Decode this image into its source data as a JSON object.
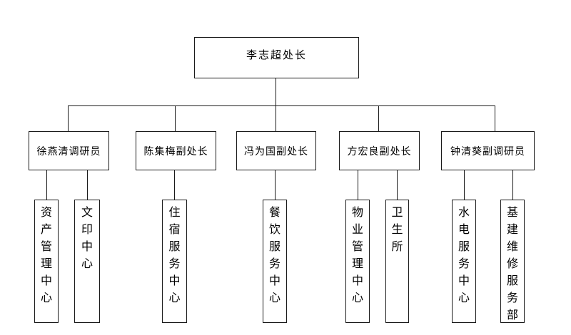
{
  "org": {
    "root": "李志超处长",
    "branches": [
      {
        "head": "徐燕清调研员",
        "units": [
          "资产管理中心",
          "文印中心"
        ]
      },
      {
        "head": "陈集梅副处长",
        "units": [
          "住宿服务中心"
        ]
      },
      {
        "head": "冯为国副处长",
        "units": [
          "餐饮服务中心"
        ]
      },
      {
        "head": "方宏良副处长",
        "units": [
          "物业管理中心",
          "卫生所"
        ]
      },
      {
        "head": "钟清葵副调研员",
        "units": [
          "水电服务中心",
          "基建维修服务部"
        ]
      }
    ],
    "colors": {
      "line": "#1a1a1a",
      "background": "#ffffff",
      "text": "#000000"
    }
  }
}
